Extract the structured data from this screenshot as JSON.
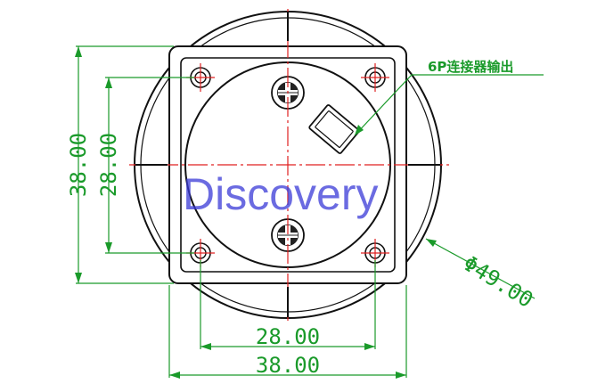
{
  "dimensions": {
    "vertical_outer": "38.00",
    "vertical_inner": "28.00",
    "horizontal_inner": "28.00",
    "horizontal_outer": "38.00",
    "diameter": "Φ49.00"
  },
  "callout": {
    "connector_label": "6P连接器输出"
  },
  "watermark": {
    "text": "Discovery"
  },
  "colors": {
    "dimension": "#1a9a2a",
    "centerline": "#e02020",
    "outline": "#111111",
    "watermark": "#3a3ad8"
  }
}
